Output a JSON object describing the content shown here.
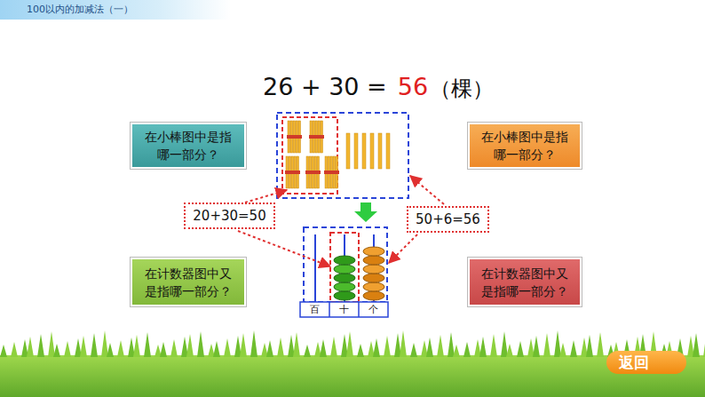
{
  "diagram": {
    "title": "100以内的加减法（一）",
    "nodes": [
      {
        "text": [
          "在小棒图中是指哪一部分？"
        ]
      },
      {
        "text": [
          "在小棒图中是指哪一部分？"
        ]
      },
      {
        "text": [
          "20+30=50"
        ]
      },
      {
        "text": [
          "50+6=56"
        ]
      },
      {
        "text": [
          "在计数器图中又是指哪一部分？"
        ]
      },
      {
        "text": [
          "在计数器图中又是指哪一部分？"
        ]
      },
      {
        "text": [
          "返回"
        ]
      }
    ],
    "labels": [
      "26 + 30 =",
      "56",
      "（棵）",
      "百",
      "十",
      "个"
    ]
  }
}
